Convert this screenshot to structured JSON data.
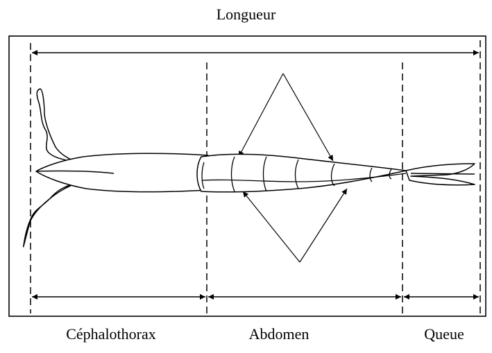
{
  "labels": {
    "length": "Longueur",
    "cephalothorax": "Céphalothorax",
    "abdomen": "Abdomen",
    "tail": "Queue"
  }
}
